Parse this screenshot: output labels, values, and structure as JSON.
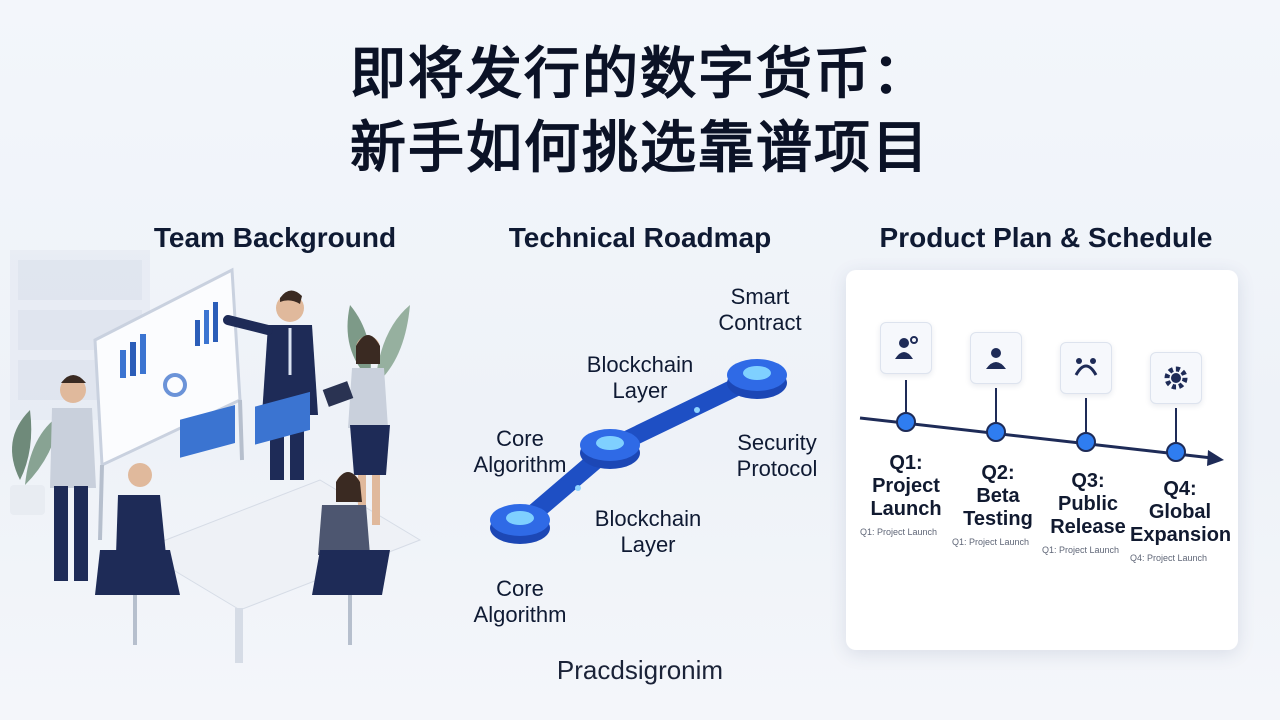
{
  "title": {
    "line1": "即将发行的数字货币：",
    "line2": "新手如何挑选靠谱项目"
  },
  "columns": {
    "team": {
      "heading": "Team Background"
    },
    "tech": {
      "heading": "Technical Roadmap"
    },
    "product": {
      "heading": "Product Plan & Schedule"
    }
  },
  "roadmap": {
    "labels": {
      "smart_contract": "Smart Contract",
      "blockchain_top": "Blockchain Layer",
      "core_top": "Core Algorithm",
      "security": "Security Protocol",
      "blockchain_bottom": "Blockchain Layer",
      "core_bottom": "Core Algorithm"
    }
  },
  "plan": {
    "phases": [
      {
        "quarter": "Q1:",
        "name": "Project Launch",
        "icon": "users-icon",
        "desc": "Q1: Project Launch"
      },
      {
        "quarter": "Q2:",
        "name": "Beta Testing",
        "icon": "user-icon",
        "desc": "Q1: Project Launch"
      },
      {
        "quarter": "Q3:",
        "name": "Public Release",
        "icon": "network-icon",
        "desc": "Q1: Project Launch"
      },
      {
        "quarter": "Q4:",
        "name": "Global Expansion",
        "icon": "gear-icon",
        "desc": "Q4: Project Launch"
      }
    ]
  },
  "footer": {
    "text": "Pracdsigronim"
  },
  "colors": {
    "accent_blue": "#2f7df0",
    "navy": "#1e2b57",
    "timeline": "#1e2b57"
  }
}
